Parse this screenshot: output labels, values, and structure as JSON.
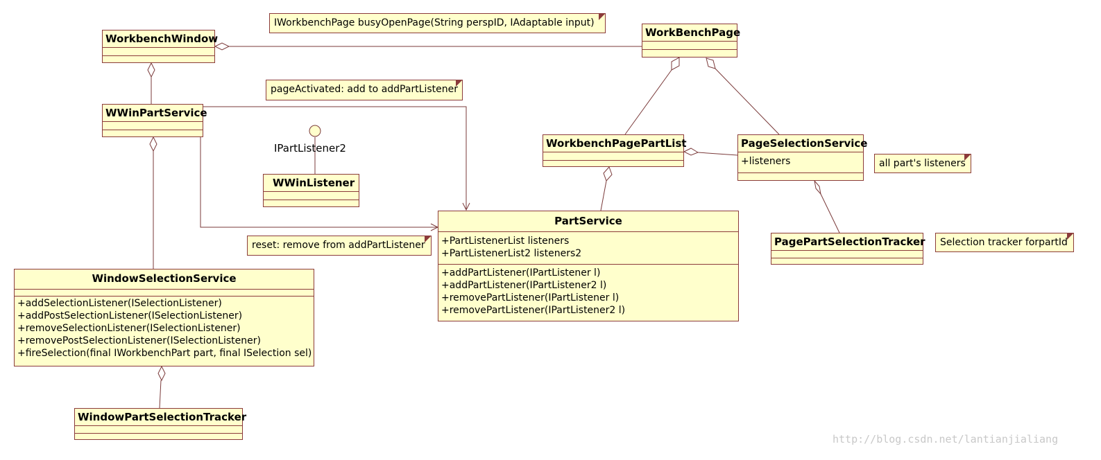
{
  "classes": {
    "workbench_window": {
      "name": "WorkbenchWindow"
    },
    "workbench_page": {
      "name": "WorkBenchPage"
    },
    "wwin_part_service": {
      "name": "WWinPartService"
    },
    "wwin_listener": {
      "name": "WWinListener"
    },
    "workbench_page_part_list": {
      "name": "WorkbenchPagePartList"
    },
    "page_selection_service": {
      "name": "PageSelectionService",
      "attributes": [
        "+listeners"
      ]
    },
    "part_service": {
      "name": "PartService",
      "attributes": [
        "+PartListenerList listeners",
        "+PartListenerList2 listeners2"
      ],
      "operations": [
        "+addPartListener(IPartListener l)",
        "+addPartListener(IPartListener2 l)",
        "+removePartListener(IPartListener l)",
        "+removePartListener(IPartListener2 l)"
      ]
    },
    "page_part_selection_tracker": {
      "name": "PagePartSelectionTracker"
    },
    "window_selection_service": {
      "name": "WindowSelectionService",
      "operations": [
        "+addSelectionListener(ISelectionListener)",
        "+addPostSelectionListener(ISelectionListener)",
        "+removeSelectionListener(ISelectionListener)",
        "+removePostSelectionListener(ISelectionListener)",
        "+fireSelection(final IWorkbenchPart part, final ISelection sel)"
      ]
    },
    "window_part_selection_tracker": {
      "name": "WindowPartSelectionTracker"
    }
  },
  "interface": {
    "name": "IPartListener2"
  },
  "notes": {
    "busy_open_page": "IWorkbenchPage busyOpenPage(String perspID, IAdaptable input)",
    "page_activated": "pageActivated: add to addPartListener",
    "reset": "reset: remove from addPartListener",
    "all_listeners": "all part's listeners",
    "selection_tracker": "Selection tracker forpartId"
  },
  "watermark": "http://blog.csdn.net/lantianjialiang",
  "colors": {
    "class_fill": "#ffffcc",
    "line": "#8b3a3a",
    "watermark": "#c8c8c8"
  }
}
